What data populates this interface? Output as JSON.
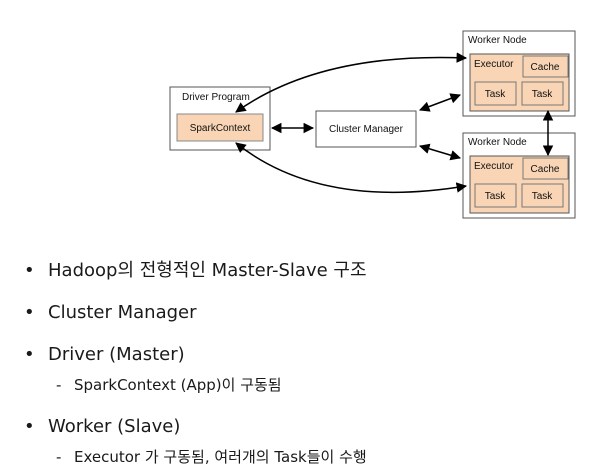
{
  "diagram": {
    "driver_program": {
      "title": "Driver Program",
      "context": "SparkContext"
    },
    "cluster_manager": "Cluster Manager",
    "worker_nodes": [
      {
        "title": "Worker Node",
        "executor": "Executor",
        "cache": "Cache",
        "tasks": [
          "Task",
          "Task"
        ]
      },
      {
        "title": "Worker Node",
        "executor": "Executor",
        "cache": "Cache",
        "tasks": [
          "Task",
          "Task"
        ]
      }
    ],
    "colors": {
      "orange_fill": "#f9d5b5",
      "box_border": "#555555",
      "arrow": "#000000"
    }
  },
  "bullets": [
    {
      "text": "Hadoop의 전형적인 Master-Slave 구조",
      "sub": []
    },
    {
      "text": "Cluster Manager",
      "sub": []
    },
    {
      "text": "Driver (Master)",
      "sub": [
        "SparkContext (App)이 구동됨"
      ]
    },
    {
      "text": "Worker (Slave)",
      "sub": [
        "Executor 가 구동됨, 여러개의 Task들이 수행"
      ]
    }
  ]
}
